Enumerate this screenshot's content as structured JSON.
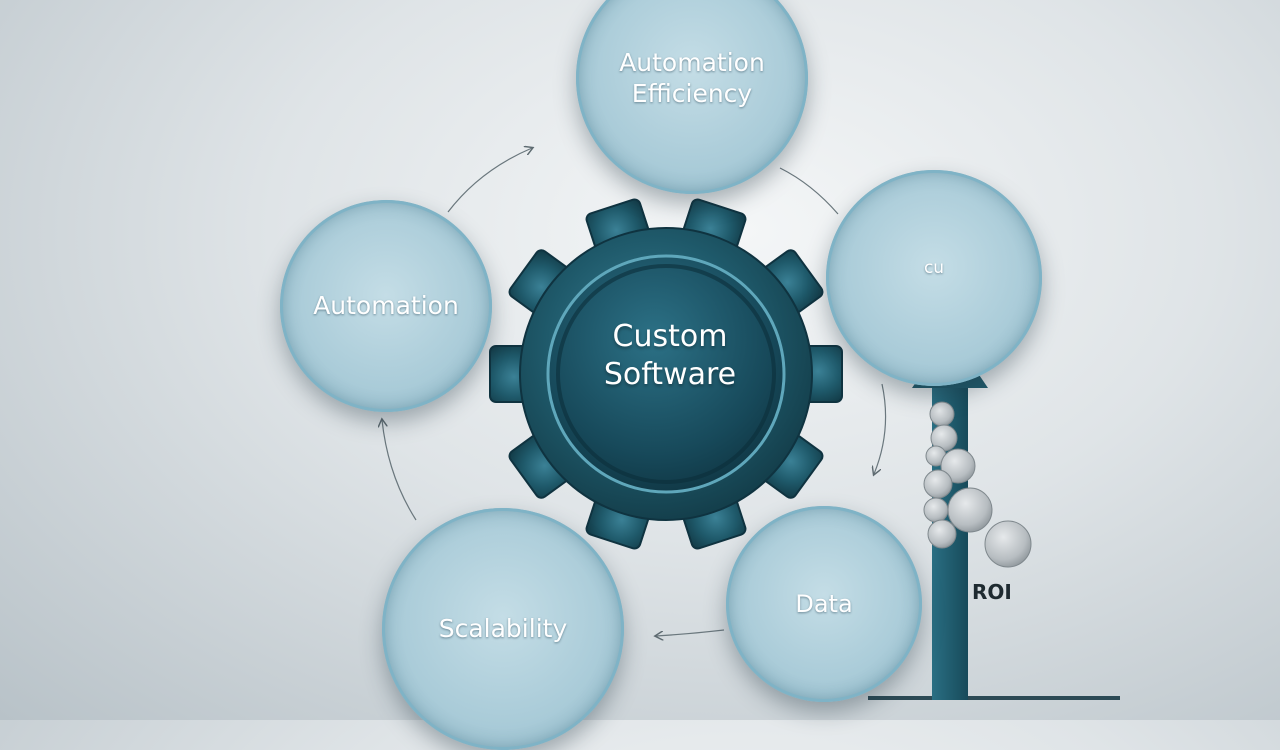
{
  "center": {
    "line1": "Custom",
    "line2": "Software"
  },
  "nodes": {
    "top": {
      "line1": "Automation",
      "line2": "Efficiency"
    },
    "left": {
      "label": "Automation"
    },
    "right": {
      "label": "cu"
    },
    "bottom_left": {
      "label": "Scalability"
    },
    "bottom_right": {
      "label": "Data"
    }
  },
  "roi": {
    "label": "ROI"
  },
  "colors": {
    "gear": "#1f5a6b",
    "gear_dark": "#143f4c",
    "node_fill": "#a9cbd8",
    "arrow": "#1f5a6b",
    "coin": "#c9cdd0"
  }
}
